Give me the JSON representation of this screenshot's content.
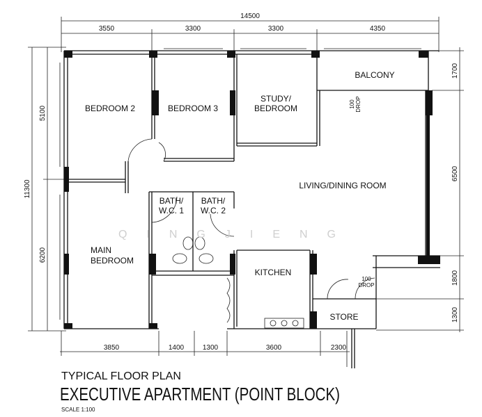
{
  "dimensions": {
    "top_total": "14500",
    "top": [
      "3550",
      "3300",
      "3300",
      "4350"
    ],
    "left_total": "11300",
    "left": [
      "5100",
      "6200"
    ],
    "right": [
      "1700",
      "6500",
      "1800",
      "1300"
    ],
    "bottom": [
      "3850",
      "1400",
      "1300",
      "3600",
      "2300"
    ]
  },
  "rooms": {
    "bedroom2": "BEDROOM 2",
    "bedroom3": "BEDROOM 3",
    "study_1": "STUDY/",
    "study_2": "BEDROOM",
    "balcony": "BALCONY",
    "living": "LIVING/DINING ROOM",
    "bath1_1": "BATH/",
    "bath1_2": "W.C. 1",
    "bath2_1": "BATH/",
    "bath2_2": "W.C. 2",
    "main_1": "MAIN",
    "main_2": "BEDROOM",
    "kitchen": "KITCHEN",
    "store": "STORE"
  },
  "drops": [
    {
      "value": "100",
      "label": "DROP"
    },
    {
      "value": "100",
      "label": "DROP"
    }
  ],
  "watermark": "QINGJIENG",
  "title": {
    "line1": "TYPICAL FLOOR PLAN",
    "line2": "EXECUTIVE APARTMENT (POINT BLOCK)",
    "scale": "SCALE 1:100"
  }
}
